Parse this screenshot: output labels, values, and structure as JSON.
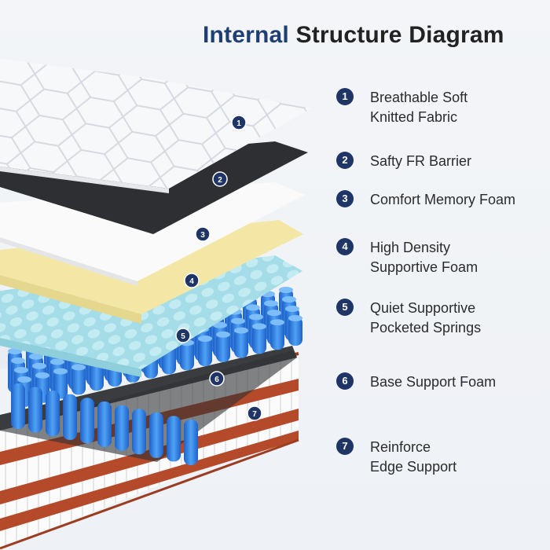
{
  "title": {
    "accent": "Internal",
    "rest": "Structure Diagram"
  },
  "colors": {
    "badge": "#1f3566",
    "title_accent": "#1f3f73",
    "fabric": "#f7f8fa",
    "barrier": "#2d2f33",
    "memory_foam": "#fafafa",
    "density_foam": "#f4e7a6",
    "gel_foam": "#9fdbe6",
    "springs": "#2f7fe0",
    "base_foam": "#3a3c40",
    "edge_stitching": "#b54a2a"
  },
  "callouts": [
    "1",
    "2",
    "3",
    "4",
    "5",
    "6",
    "7"
  ],
  "legend": [
    {
      "num": "1",
      "lines": [
        "Breathable Soft",
        "Knitted Fabric"
      ]
    },
    {
      "num": "2",
      "lines": [
        "Safty FR Barrier"
      ]
    },
    {
      "num": "3",
      "lines": [
        "Comfort Memory Foam"
      ]
    },
    {
      "num": "4",
      "lines": [
        "High Density",
        "Supportive Foam"
      ]
    },
    {
      "num": "5",
      "lines": [
        "Quiet Supportive",
        "Pocketed Springs"
      ]
    },
    {
      "num": "6",
      "lines": [
        "Base Support Foam"
      ]
    },
    {
      "num": "7",
      "lines": [
        "Reinforce",
        "Edge Support"
      ]
    }
  ]
}
